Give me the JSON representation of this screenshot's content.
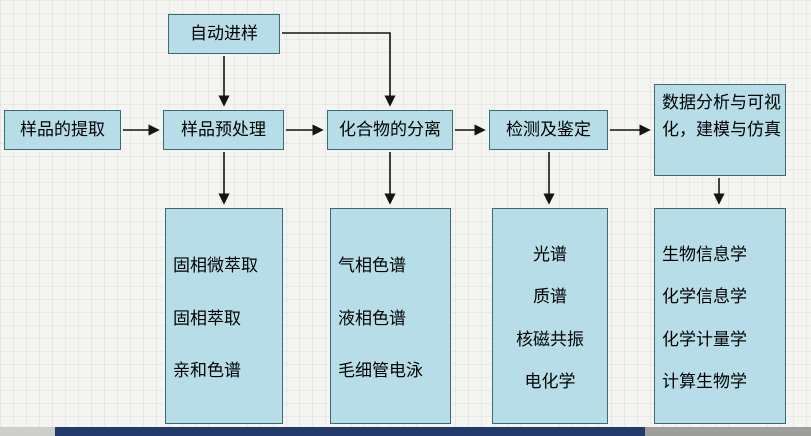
{
  "flowchart": {
    "top_box": {
      "label": "自动进样"
    },
    "main_row": [
      {
        "label": "样品的提取"
      },
      {
        "label": "样品预处理"
      },
      {
        "label": "化合物的分离"
      },
      {
        "label": "检测及鉴定"
      },
      {
        "label": "数据分析与可视化，建模与仿真"
      }
    ],
    "detail_boxes": [
      {
        "items": [
          "固相微萃取",
          "固相萃取",
          "亲和色谱"
        ]
      },
      {
        "items": [
          "气相色谱",
          "液相色谱",
          "毛细管电泳"
        ]
      },
      {
        "items": [
          "光谱",
          "质谱",
          "核磁共振",
          "电化学"
        ]
      },
      {
        "items": [
          "生物信息学",
          "化学信息学",
          "化学计量学",
          "计算生物学"
        ]
      }
    ],
    "colors": {
      "box_fill": "#b7dee8",
      "box_border": "#3a6b77",
      "arrow": "#141414",
      "bottom_bar": "#22396b"
    }
  }
}
